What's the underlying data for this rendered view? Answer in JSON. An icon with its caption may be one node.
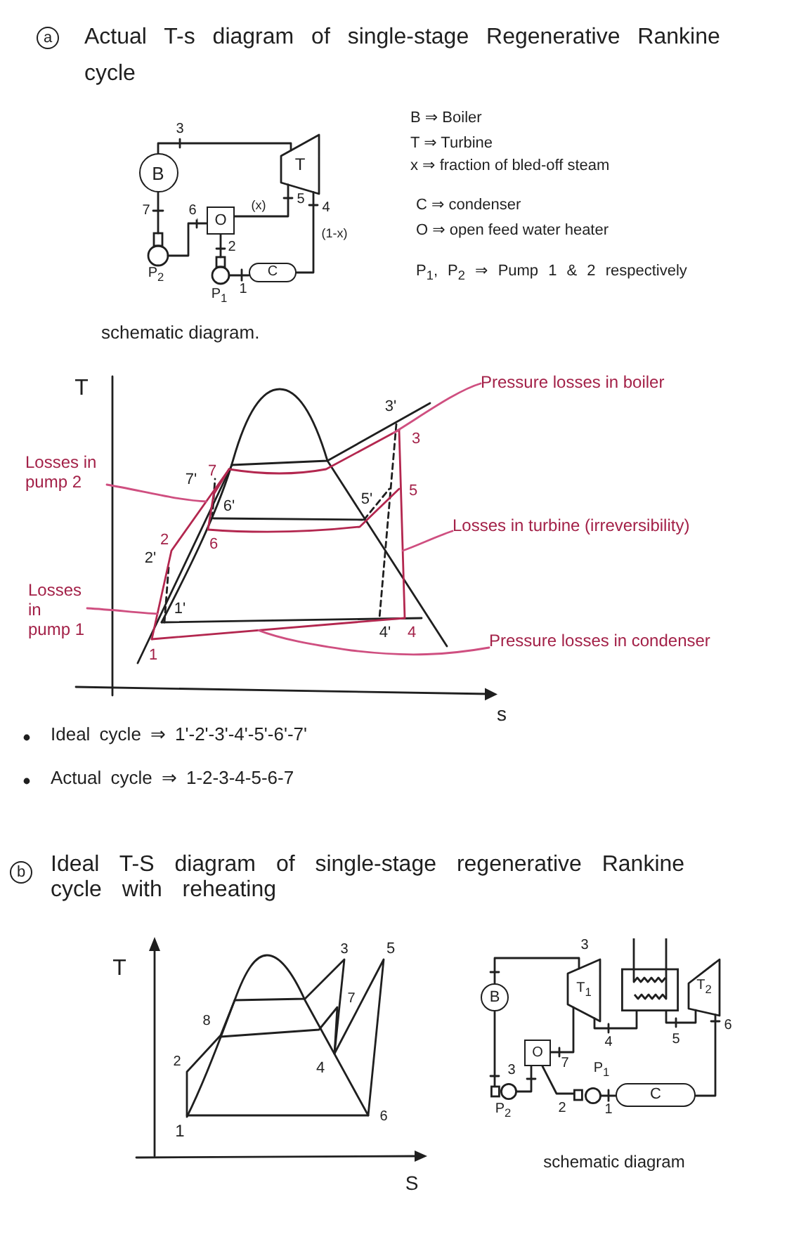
{
  "diagram": {
    "nodes": [
      {
        "text": [
          "B"
        ]
      },
      {
        "text": [
          "T"
        ]
      },
      {
        "text": [
          "O"
        ]
      },
      {
        "text": [],
        "shape": "circle",
        "beside": [
          "P$_{2}$"
        ]
      },
      {
        "text": [],
        "shape": "circle",
        "beside": [
          "P$_{1}$"
        ]
      },
      {
        "text": [
          "C"
        ]
      },
      {
        "text": [
          "Pressure losses in boiler"
        ]
      },
      {
        "text": [
          "Losses in pump 2"
        ]
      },
      {
        "text": [
          "Losses in turbine (irreversibility)"
        ]
      },
      {
        "text": [
          "Losses in pump 1"
        ]
      },
      {
        "text": [
          "Pressure losses in condenser"
        ]
      },
      {
        "text": [
          "B"
        ]
      },
      {
        "text": [
          "T$_{1}$"
        ]
      },
      {
        "text": [],
        "shape": "box"
      },
      {
        "text": [
          "T$_{2}$"
        ]
      },
      {
        "text": [
          "O"
        ]
      },
      {
        "text": [],
        "shape": "circle",
        "beside": [
          "P$_{2}$"
        ]
      },
      {
        "text": [],
        "shape": "circle",
        "beside": [
          "P$_{1}$"
        ]
      },
      {
        "text": [
          "C"
        ]
      },
      {
        "text": [],
        "shape": "line"
      },
      {
        "text": [],
        "shape": "line"
      },
      {
        "text": [],
        "shape": "line"
      },
      {
        "text": [],
        "shape": "line"
      },
      {
        "text": [],
        "shape": "line"
      }
    ],
    "edges": [
      {
        "from": 0,
        "to": 1,
        "arrow": "none",
        "label": "3"
      },
      {
        "from": 1,
        "to": 2,
        "arrow": "none",
        "label": "5"
      },
      {
        "from": 1,
        "to": 5,
        "arrow": "none",
        "label": "4"
      },
      {
        "from": 5,
        "to": 4,
        "arrow": "none",
        "label": "1"
      },
      {
        "from": 4,
        "to": 2,
        "arrow": "none",
        "label": "2"
      },
      {
        "from": 2,
        "to": 3,
        "arrow": "none",
        "label": "6"
      },
      {
        "from": 3,
        "to": 0,
        "arrow": "none",
        "label": "7"
      },
      {
        "from": 6,
        "to": 19,
        "arrow": "none",
        "color": "#cf4f80"
      },
      {
        "from": 7,
        "to": 22,
        "arrow": "none",
        "color": "#cf4f80"
      },
      {
        "from": 9,
        "to": 22,
        "arrow": "none",
        "color": "#cf4f80"
      },
      {
        "from": 8,
        "to": 21,
        "arrow": "none",
        "color": "#cf4f80"
      },
      {
        "from": 10,
        "to": 23,
        "arrow": "none",
        "color": "#cf4f80"
      },
      {
        "from": 11,
        "to": 12,
        "arrow": "none",
        "label": "3"
      },
      {
        "from": 12,
        "to": 13,
        "arrow": "none",
        "label": "4"
      },
      {
        "from": 13,
        "to": 14,
        "arrow": "none",
        "label": "5"
      },
      {
        "from": 14,
        "to": 18,
        "arrow": "none",
        "label": "6"
      },
      {
        "from": 18,
        "to": 17,
        "arrow": "none",
        "label": "1"
      },
      {
        "from": 17,
        "to": 15,
        "arrow": "none",
        "label": "2"
      },
      {
        "from": 12,
        "to": 15,
        "arrow": "none",
        "label": "7"
      },
      {
        "from": 15,
        "to": 16,
        "arrow": "none",
        "label": "3"
      },
      {
        "from": 16,
        "to": 11,
        "arrow": "none"
      }
    ],
    "labels": [
      "a",
      "Actual T-s diagram of single-stage Regenerative Rankine cycle",
      "(x)",
      "(1-x)",
      "B ⇒ Boiler",
      "T ⇒ Turbine",
      "x ⇒ fraction of bled-off steam",
      "C ⇒ condenser",
      "O ⇒ open feed water heater",
      "P$_{1}$, P$_{2}$ ⇒ Pump 1 & 2 respectively",
      "schematic diagram.",
      "T",
      "3'",
      "3",
      "7'",
      "7",
      "5'",
      "5",
      "6'",
      "6",
      "2",
      "2'",
      "1'",
      "4'",
      "4",
      "1",
      "s",
      "Ideal cycle ⇒ 1'-2'-3'-4'-5'-6'-7'",
      "Actual cycle ⇒ 1-2-3-4-5-6-7",
      "b",
      "Ideal T-S diagram of single-stage regenerative Rankine cycle with reheating",
      "T",
      "3",
      "5",
      "7",
      "8",
      "2",
      "4",
      "1",
      "6",
      "S",
      "schematic diagram"
    ]
  }
}
